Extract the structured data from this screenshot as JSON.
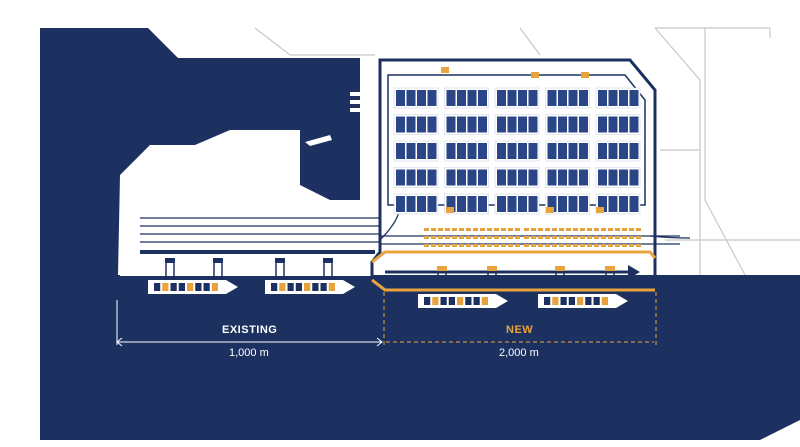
{
  "sections": {
    "existing": {
      "label": "EXISTING",
      "distance": "1,000 m"
    },
    "new": {
      "label": "NEW",
      "distance": "2,000 m"
    }
  },
  "colors": {
    "water": "#1c3160",
    "land": "#ffffff",
    "yard_blocks": "#2b4687",
    "outline": "#1c3160",
    "new_accent": "#e8a33d",
    "road_line": "#c8c8c8"
  },
  "layout_counts": {
    "ships_existing": 2,
    "ships_new": 2,
    "quay_cranes_existing": 4,
    "quay_cranes_new": 4,
    "yard_block_columns": 5,
    "yard_block_rows": 5
  }
}
